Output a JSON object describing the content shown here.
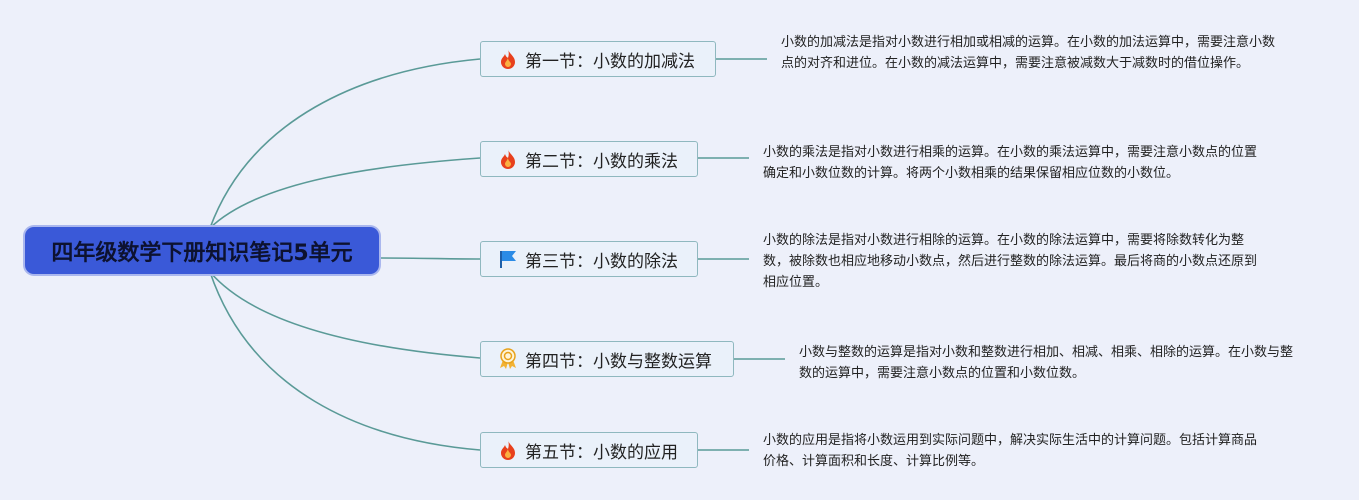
{
  "root": {
    "title": "四年级数学下册知识笔记5单元"
  },
  "sections": [
    {
      "icon": "fire-icon",
      "label": "第一节：小数的加减法",
      "description": "小数的加减法是指对小数进行相加或相减的运算。在小数的加法运算中，需要注意小数点的对齐和进位。在小数的减法运算中，需要注意被减数大于减数时的借位操作。"
    },
    {
      "icon": "fire-icon",
      "label": "第二节：小数的乘法",
      "description": "小数的乘法是指对小数进行相乘的运算。在小数的乘法运算中，需要注意小数点的位置确定和小数位数的计算。将两个小数相乘的结果保留相应位数的小数位。"
    },
    {
      "icon": "flag-icon",
      "label": "第三节：小数的除法",
      "description": "小数的除法是指对小数进行相除的运算。在小数的除法运算中，需要将除数转化为整数，被除数也相应地移动小数点，然后进行整数的除法运算。最后将商的小数点还原到相应位置。"
    },
    {
      "icon": "award-icon",
      "label": "第四节：小数与整数运算",
      "description": "小数与整数的运算是指对小数和整数进行相加、相减、相乘、相除的运算。在小数与整数的运算中，需要注意小数点的位置和小数位数。"
    },
    {
      "icon": "fire-icon",
      "label": "第五节：小数的应用",
      "description": "小数的应用是指将小数运用到实际问题中，解决实际生活中的计算问题。包括计算商品价格、计算面积和长度、计算比例等。"
    }
  ]
}
